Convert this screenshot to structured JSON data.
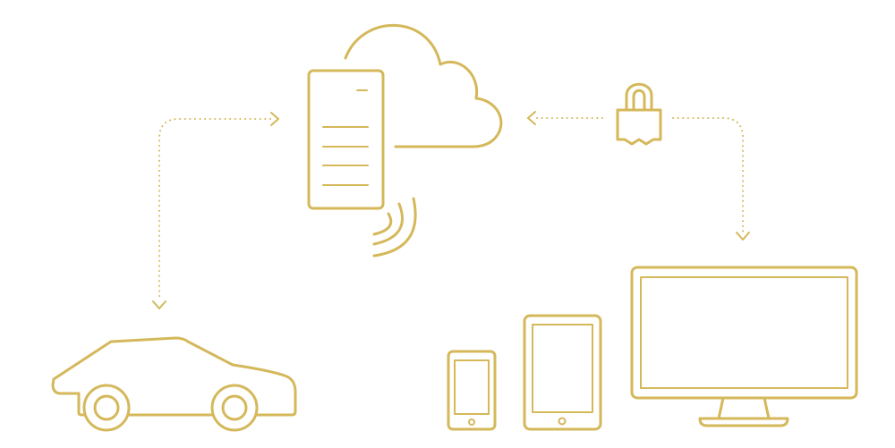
{
  "colors": {
    "line": "#d4b85a",
    "background": "#ffffff"
  },
  "icons": [
    "server-icon",
    "cloud-icon",
    "wireless-signal-icon",
    "padlock-icon",
    "car-icon",
    "smartphone-icon",
    "tablet-icon",
    "desktop-monitor-icon"
  ],
  "connections": [
    {
      "from": "car",
      "to": "server",
      "style": "dotted",
      "arrows": "both"
    },
    {
      "from": "devices",
      "to": "cloud",
      "style": "dotted",
      "arrows": "both",
      "secured": true
    }
  ]
}
